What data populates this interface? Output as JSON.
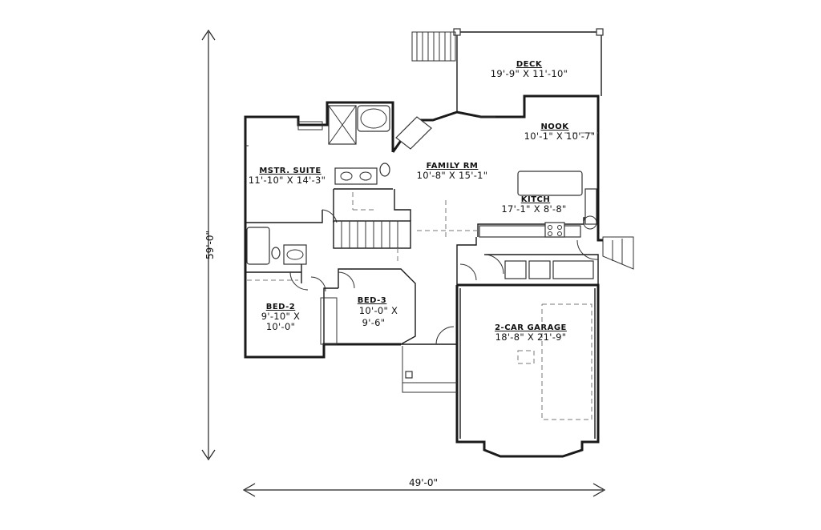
{
  "dimensions": {
    "overall_width": "49'-0\"",
    "overall_depth": "59'-0\""
  },
  "rooms": {
    "deck": {
      "name": "DECK",
      "size": "19'-9\" X 11'-10\""
    },
    "nook": {
      "name": "NOOK",
      "size": "10'-1\" X 10'-7\""
    },
    "family": {
      "name": "FAMILY RM",
      "size": "10'-8\" X 15'-1\""
    },
    "master": {
      "name": "MSTR. SUITE",
      "size": "11'-10\" X 14'-3\""
    },
    "kitchen": {
      "name": "KITCH",
      "size": "17'-1\" X 8'-8\""
    },
    "bed2": {
      "name": "BED-2",
      "size_line1": "9'-10\" X",
      "size_line2": "10'-0\""
    },
    "bed3": {
      "name": "BED-3",
      "size_line1": "10'-0\" X",
      "size_line2": "9'-6\""
    },
    "garage": {
      "name": "2-CAR GARAGE",
      "size": "18'-8\" X 21'-9\""
    }
  }
}
